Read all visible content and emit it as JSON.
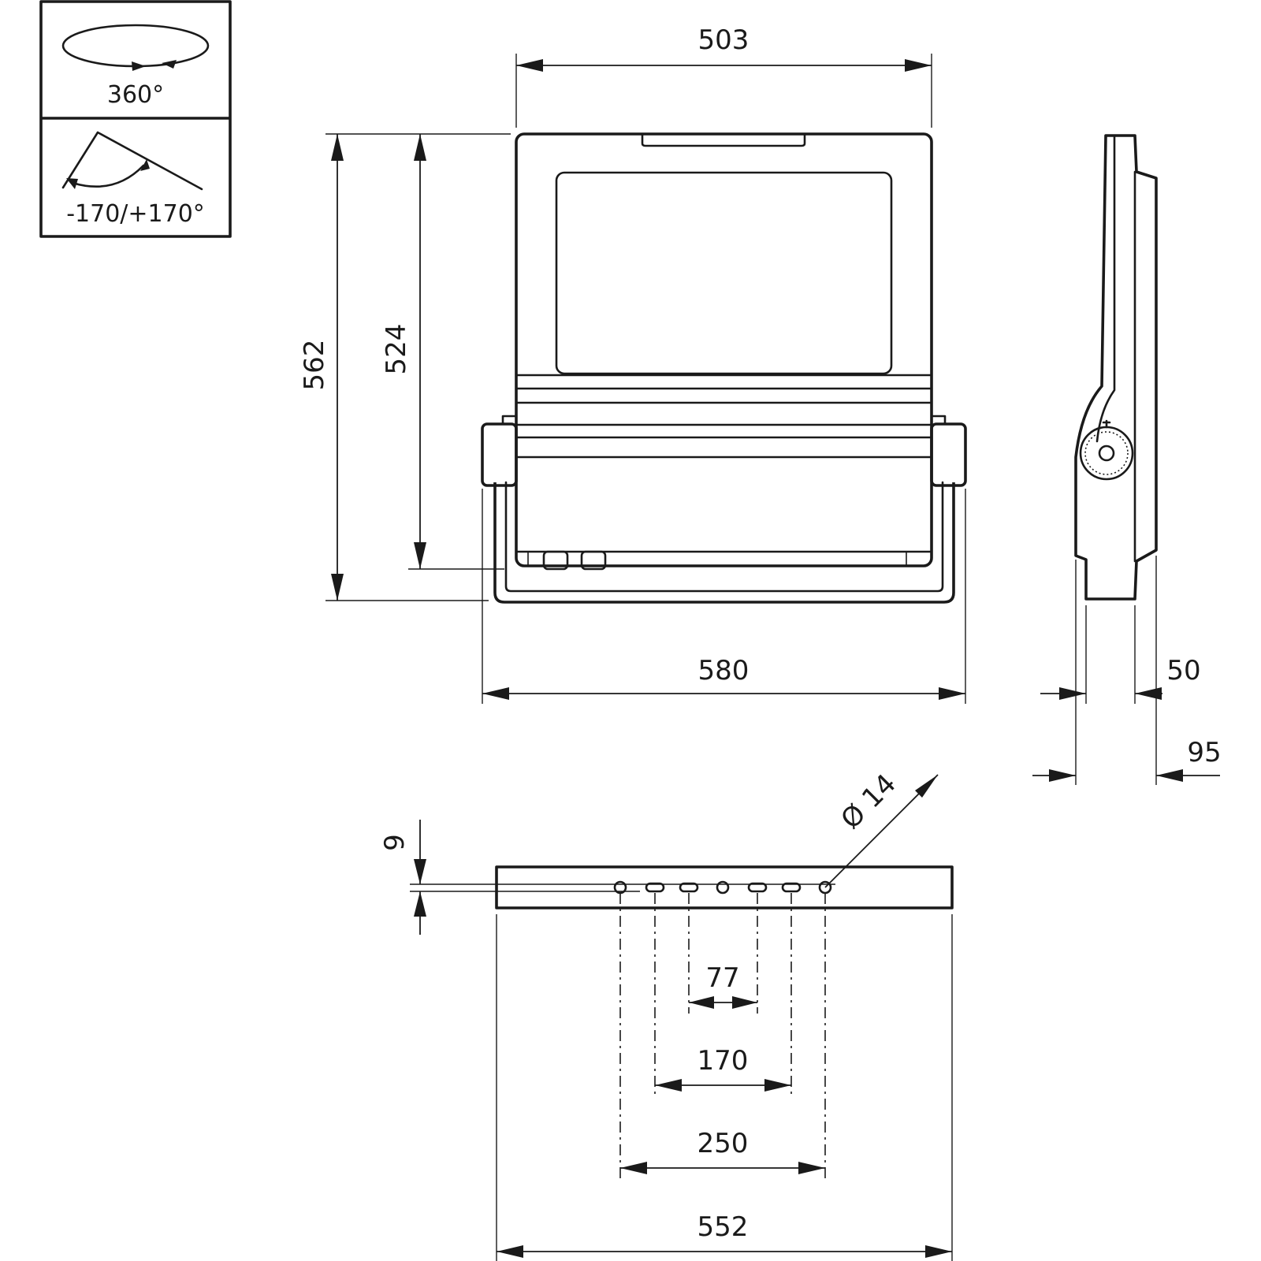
{
  "legend": {
    "rotation_label": "360°",
    "tilt_label": "-170/+170°"
  },
  "dimensions": {
    "top_width": "503",
    "overall_height": "562",
    "body_height": "524",
    "overall_width": "580",
    "side_depth_inner": "50",
    "side_depth_outer": "95",
    "mount_hole_offset": "9",
    "hole_diameter": "Ø 14",
    "slot_spacing_inner": "77",
    "slot_spacing_middle": "170",
    "hole_spacing": "250",
    "bracket_length": "552"
  },
  "colors": {
    "ink": "#1a1a1a",
    "paper": "#ffffff"
  }
}
